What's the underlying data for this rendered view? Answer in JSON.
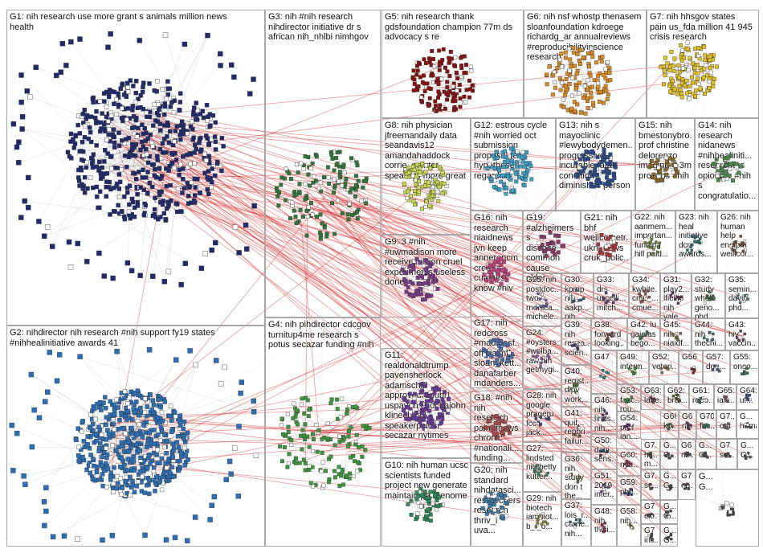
{
  "colors": {
    "edge": "#9a9a9a",
    "cross_edge": "#d41f1f",
    "box_border": "#a8a8a8",
    "node_border": "#333333"
  },
  "groups": [
    {
      "id": "G1",
      "label": "G1: nih research use more grant s animals million news\nhealth",
      "color": "#1f2b6e"
    },
    {
      "id": "G2",
      "label": "G2: nihdirector nih research #nih support fy19 states\n#nihhealinitiative awards 41",
      "color": "#2a6fb8"
    },
    {
      "id": "G3",
      "label": "G3: nih #nih research\nnihdirector initiative dr s\nafrican nih_nhlbi nimhgov",
      "color": "#2f7a3a"
    },
    {
      "id": "G4",
      "label": "G4: nih pihdirector cdcgov\nturnitup4me research s\npotus secazar funding #nih",
      "color": "#3a9a3a"
    },
    {
      "id": "G5",
      "label": "G5: nih research thank\ngdsfoundation champion 77m ds\nadvocacy s re",
      "color": "#8a1010"
    },
    {
      "id": "G6",
      "label": "G6: nih nsf whostp thenasem\nsloanfoundation kdroege\nrichardg_ar annualreviews\n#reproducibilityinscience\nresearch",
      "color": "#e08a1e"
    },
    {
      "id": "G7",
      "label": "G7: nih hhsgov states\npain us_fda million 41 945\ncrisis research",
      "color": "#e6c21e"
    },
    {
      "id": "G8",
      "label": "G8: nih physician\njfreemandaily data\nseandavis12\namandahaddock\ncorrie_painter\nspeakers more great",
      "color": "#c8d84a"
    },
    {
      "id": "G9",
      "label": "G9: 3 #nih\n#uwmadison more\nreceive million cruel\nexperiments useless\ndone",
      "color": "#7a3a8a"
    },
    {
      "id": "G10",
      "label": "G10: nih human ucsc\nscientists funded\nproject new generate\nmaintain pangenome",
      "color": "#2e8b57"
    },
    {
      "id": "G11",
      "label": "G11:\nrealdonaldtrump\npavensherlock\nadamschiff\napprovedrepubl1\nuspaven chochajohn\nklinechris3\nspeakerpelosi\nsecazar nytimes",
      "color": "#6a3a9a"
    },
    {
      "id": "G12",
      "label": "G12: estrous cycle\n#nih worried oct\nsubmission\nproposal test\nhypotheses\nregarding",
      "color": "#3aa0c8"
    },
    {
      "id": "G13",
      "label": "G13: nih s\nmayoclinic\n#lewybodydemen...\nprogressive\nincurable fatal\ncondition\ndiminishes person",
      "color": "#2a4a8a"
    },
    {
      "id": "G14",
      "label": "G14: nih\nresearch\nnidanews\n#nihhealiniti...\nresearchers\nopioid dr #nih\ns\ncongratulatio...",
      "color": "#4a8a4a"
    },
    {
      "id": "G15",
      "label": "G15: nih\nbmestonybro...\nprof christine\ndelorenzo\nimaging 4 3m\nproteins #nih",
      "color": "#8a6a2a"
    },
    {
      "id": "G16",
      "label": "G16: nih\nresearch\nniaidnews\njvn keep\nannerancm\ncredits\ncuteness\nknow #hiv",
      "color": "#c04080"
    },
    {
      "id": "G17",
      "label": "G17: nih\nredcross\n#maddiesf...\nofficialmff...\nsloan_kett...\ndanafarber\nmdanders...",
      "color": "#4a6aa8"
    },
    {
      "id": "G18",
      "label": "G18: #nih\nnih\nresearch\npain #news\nchronic\n#nationali...\nfunding...",
      "color": "#a84a4a"
    },
    {
      "id": "G19",
      "label": "G19:\n#alzheimers s\ndisease\ncommon\ncause older...",
      "color": "#8a3a6a"
    },
    {
      "id": "G20",
      "label": "G20: nih\nstandard\nnihdatasci...\nresearchers\nresearch\nthriv_i uva...",
      "color": "#3a7aa8"
    },
    {
      "id": "G21",
      "label": "G21: nih\nbhf\nwellcometr...\nukri_news\ncruk_polic...",
      "color": "#aa3a3a"
    },
    {
      "id": "G22",
      "label": "G22: nih\naanmem...\nimportan...\nfunding\nhill paid...",
      "color": "#6a8a2a"
    },
    {
      "id": "G23",
      "label": "G23: nih\nheal\ninitiative\ndcri\nawards...",
      "color": "#2a6a6a"
    },
    {
      "id": "G24",
      "label": "G24:\n#oysters\n#wolba...\nraw nih\ngetmygi...",
      "color": "#8a5a9a"
    },
    {
      "id": "G25",
      "label": "G25: nih\npostdoc...\ntwo\nrnonica...\nmichele...",
      "color": "#5a5aa8"
    },
    {
      "id": "G26",
      "label": "G26: nih\nhuman\nhelp\nengipm\nweillcor...",
      "color": "#7a4a2a"
    },
    {
      "id": "G27",
      "label": "G27:\nlindsted\nnih betty\nkutter...",
      "color": "#3a8a6a"
    },
    {
      "id": "G28",
      "label": "G28: nih\ngoogle\nprageru\nfcc jack...",
      "color": "#4a4a8a"
    },
    {
      "id": "G29",
      "label": "G29: nih\nbiotech\niambiot...\nb_i_o...",
      "color": "#8a8a2a"
    },
    {
      "id": "G30",
      "label": "G30:\nkpmp\nnih\naakp...\nnih...",
      "color": "#2a5a8a"
    },
    {
      "id": "G31",
      "label": "G31:\nplay2...\nlfiellin\nnih\nyale...",
      "color": "#6a2a5a"
    },
    {
      "id": "G32",
      "label": "G32:\nstudy\nwhole\ngeno...\nphd...",
      "color": "#3a6a3a"
    },
    {
      "id": "G33",
      "label": "G33:\ndrs\nuscelli...\nmitch...",
      "color": "#5a3a8a"
    },
    {
      "id": "G34",
      "label": "G34:\nkwhite...\ncmu_...\ncmue...",
      "color": "#8a4a4a"
    },
    {
      "id": "G35",
      "label": "G35:\nsemin...\ndavid\nphd...",
      "color": "#4a7a8a"
    },
    {
      "id": "G36",
      "label": "G36:\nnih\nstudy\ndon t\nthe...",
      "color": "#6a6a3a"
    },
    {
      "id": "G37",
      "label": "G37:\nlois_r...\ncarrie...\nnih...",
      "color": "#3a5a6a"
    },
    {
      "id": "G38",
      "label": "G38:\nforward\nlooking...",
      "color": "#7a3a3a"
    },
    {
      "id": "G39",
      "label": "G39:\nnih\nresea...\nscien...",
      "color": "#3a3a7a"
    },
    {
      "id": "G40",
      "label": "G40:\nregist...\ndipy\nwork...",
      "color": "#5a7a3a"
    },
    {
      "id": "G41",
      "label": "G41:\nquit...\nrepbri...\nfailur...",
      "color": "#7a5a3a"
    },
    {
      "id": "G42",
      "label": "G42: lu\ngajelas\nbego...",
      "color": "#3a7a5a"
    },
    {
      "id": "G43",
      "label": "G43:\nhiv\nvaccin...",
      "color": "#6a3a6a"
    },
    {
      "id": "G44",
      "label": "G44:\nnih\nthechi...",
      "color": "#3a6a7a"
    },
    {
      "id": "G45",
      "label": "G45:\nnih\nniaidf...",
      "color": "#7a6a3a"
    },
    {
      "id": "G46",
      "label": "G46:\nnih\nlinds...\nnih...",
      "color": "#4a3a7a"
    },
    {
      "id": "G47",
      "label": "G47",
      "color": "#2a8a8a"
    },
    {
      "id": "G48",
      "label": "G48:\nnih\nthisi...",
      "color": "#8a2a4a"
    },
    {
      "id": "G49",
      "label": "G49:\ninterm...",
      "color": "#4a8a2a"
    },
    {
      "id": "G50",
      "label": "G50:\ndani...\nsens...",
      "color": "#2a4a6a"
    },
    {
      "id": "G51",
      "label": "G51:\n2019\ninter...",
      "color": "#6a4a8a"
    },
    {
      "id": "G52",
      "label": "G52:\nveteri...",
      "color": "#8a6a4a"
    },
    {
      "id": "G53",
      "label": "G53:\nfasc...\nrou...",
      "color": "#3a8a3a"
    },
    {
      "id": "G54",
      "label": "G54:\nprof\nian...",
      "color": "#5a2a7a"
    },
    {
      "id": "G55",
      "label": "G55:\nonco...",
      "color": "#2a6a4a"
    },
    {
      "id": "G56",
      "label": "G56",
      "color": "#7a2a2a"
    },
    {
      "id": "G57",
      "label": "G57:\ndoe...",
      "color": "#4a5a8a"
    },
    {
      "id": "G58",
      "label": "G58:\nnih...",
      "color": "#6a7a2a"
    },
    {
      "id": "G59",
      "label": "G59:\nphd...",
      "color": "#2a3a6a"
    },
    {
      "id": "G60",
      "label": "G60:\nnyu...",
      "color": "#8a3a5a"
    },
    {
      "id": "G61",
      "label": "G61:\nrepo...",
      "color": "#3a6a5a"
    },
    {
      "id": "G62",
      "label": "G62:\nbrai...",
      "color": "#5a5a2a"
    },
    {
      "id": "G63",
      "label": "G63:\nlabe...",
      "color": "#6a3a4a"
    },
    {
      "id": "G64",
      "label": "G64:\nuf...",
      "color": "#3a4a7a"
    },
    {
      "id": "G65",
      "label": "G65:\nian...",
      "color": "#7a5a5a"
    },
    {
      "id": "G66",
      "label": "G66:\nkir...",
      "color": "#4a6a3a"
    },
    {
      "id": "G67",
      "label": "G6\nnih",
      "color": "#5a3a5a"
    },
    {
      "id": "G70",
      "label": "G70:\nfbc...",
      "color": "#2a7a6a"
    },
    {
      "id": "G71",
      "label": "G7...\nout",
      "color": "#6a6a6a"
    },
    {
      "id": "c1",
      "label": "G...\nhuman",
      "color": "#4a4a4a"
    },
    {
      "id": "c2",
      "label": "G7...\nhe...\nm...",
      "color": "#4a4a4a"
    },
    {
      "id": "c3",
      "label": "G...\nG...",
      "color": "#4a4a4a"
    },
    {
      "id": "c4",
      "label": "G7...\nsc...",
      "color": "#4a4a4a"
    },
    {
      "id": "c5",
      "label": "G...\nG...",
      "color": "#4a4a4a"
    },
    {
      "id": "c6",
      "label": "G7\nex...",
      "color": "#4a4a4a"
    },
    {
      "id": "c7",
      "label": "G...\nG...",
      "color": "#4a4a4a"
    },
    {
      "id": "c8",
      "label": "G7\ninc...",
      "color": "#4a4a4a"
    },
    {
      "id": "c9",
      "label": "G...\nG...",
      "color": "#4a4a4a"
    },
    {
      "id": "c10",
      "label": "G6\nnih...",
      "color": "#4a4a4a"
    },
    {
      "id": "c11",
      "label": "G...\nG...",
      "color": "#4a4a4a"
    },
    {
      "id": "c12",
      "label": "G7\nsc...",
      "color": "#4a4a4a"
    },
    {
      "id": "c13",
      "label": "G...\nG...",
      "color": "#4a4a4a"
    },
    {
      "id": "c14",
      "label": "G7\nop...",
      "color": "#4a4a4a"
    },
    {
      "id": "c15",
      "label": "G...\nG...",
      "color": "#4a4a4a"
    }
  ]
}
